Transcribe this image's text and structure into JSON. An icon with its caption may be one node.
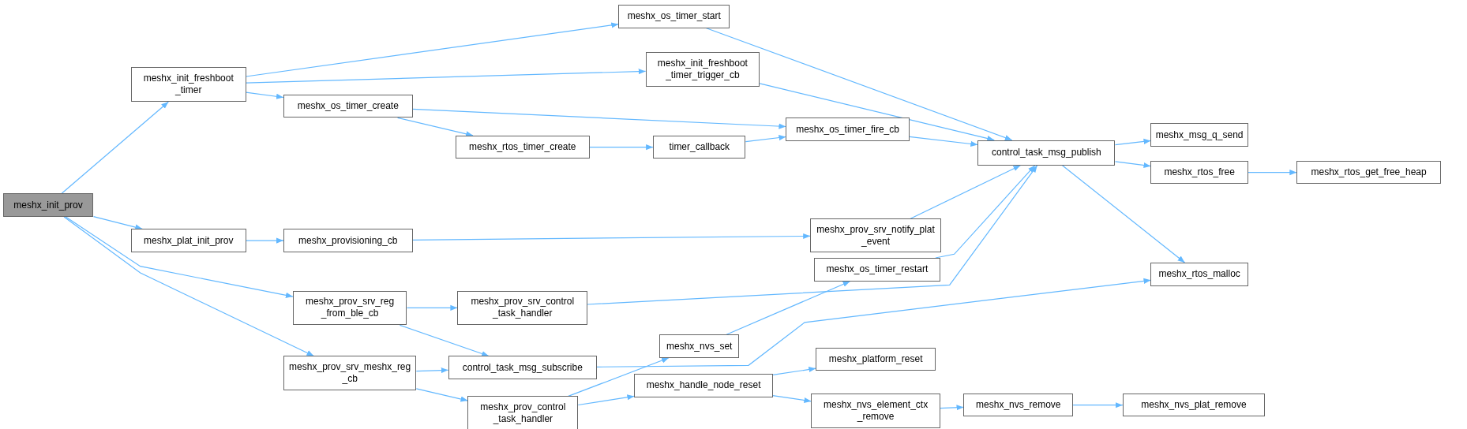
{
  "diagram": {
    "nodes": [
      {
        "text": [
          "meshx_init_prov"
        ]
      },
      {
        "text": [
          "meshx_init_freshboot_timer"
        ]
      },
      {
        "text": [
          "meshx_plat_init_prov"
        ]
      },
      {
        "text": [
          "meshx_prov_srv_reg_from_ble_cb"
        ]
      },
      {
        "text": [
          "meshx_prov_srv_meshx_reg_cb"
        ]
      },
      {
        "text": [
          "meshx_os_timer_start"
        ]
      },
      {
        "text": [
          "meshx_init_freshboot_timer_trigger_cb"
        ]
      },
      {
        "text": [
          "meshx_os_timer_create"
        ]
      },
      {
        "text": [
          "meshx_rtos_timer_create"
        ]
      },
      {
        "text": [
          "timer_callback"
        ]
      },
      {
        "text": [
          "meshx_os_timer_fire_cb"
        ]
      },
      {
        "text": [
          "meshx_provisioning_cb"
        ]
      },
      {
        "text": [
          "meshx_prov_srv_notify_plat_event"
        ]
      },
      {
        "text": [
          "meshx_prov_srv_control_task_handler"
        ]
      },
      {
        "text": [
          "control_task_msg_subscribe"
        ]
      },
      {
        "text": [
          "meshx_prov_control_task_handler"
        ]
      },
      {
        "text": [
          "meshx_nvs_set"
        ]
      },
      {
        "text": [
          "meshx_handle_node_reset"
        ]
      },
      {
        "text": [
          "meshx_os_timer_restart"
        ]
      },
      {
        "text": [
          "meshx_platform_reset"
        ]
      },
      {
        "text": [
          "meshx_nvs_element_ctx_remove"
        ]
      },
      {
        "text": [
          "meshx_nvs_remove"
        ]
      },
      {
        "text": [
          "meshx_nvs_plat_remove"
        ]
      },
      {
        "text": [
          "control_task_msg_publish"
        ]
      },
      {
        "text": [
          "meshx_msg_q_send"
        ]
      },
      {
        "text": [
          "meshx_rtos_free"
        ]
      },
      {
        "text": [
          "meshx_rtos_get_free_heap"
        ]
      },
      {
        "text": [
          "meshx_rtos_malloc"
        ]
      }
    ],
    "edges": [
      {
        "from": 0,
        "to": 1,
        "arrow": "to"
      },
      {
        "from": 0,
        "to": 2,
        "arrow": "to"
      },
      {
        "from": 0,
        "to": 3,
        "arrow": "to"
      },
      {
        "from": 0,
        "to": 4,
        "arrow": "to"
      },
      {
        "from": 1,
        "to": 5,
        "arrow": "to"
      },
      {
        "from": 1,
        "to": 6,
        "arrow": "to"
      },
      {
        "from": 1,
        "to": 7,
        "arrow": "to"
      },
      {
        "from": 7,
        "to": 10,
        "arrow": "to"
      },
      {
        "from": 7,
        "to": 8,
        "arrow": "to"
      },
      {
        "from": 8,
        "to": 9,
        "arrow": "to"
      },
      {
        "from": 9,
        "to": 10,
        "arrow": "to"
      },
      {
        "from": 2,
        "to": 11,
        "arrow": "to"
      },
      {
        "from": 11,
        "to": 12,
        "arrow": "to"
      },
      {
        "from": 3,
        "to": 13,
        "arrow": "to"
      },
      {
        "from": 3,
        "to": 14,
        "arrow": "to"
      },
      {
        "from": 4,
        "to": 14,
        "arrow": "to"
      },
      {
        "from": 4,
        "to": 15,
        "arrow": "to"
      },
      {
        "from": 15,
        "to": 16,
        "arrow": "to"
      },
      {
        "from": 15,
        "to": 17,
        "arrow": "to"
      },
      {
        "from": 16,
        "to": 18,
        "arrow": "to"
      },
      {
        "from": 17,
        "to": 19,
        "arrow": "to"
      },
      {
        "from": 17,
        "to": 20,
        "arrow": "to"
      },
      {
        "from": 20,
        "to": 21,
        "arrow": "to"
      },
      {
        "from": 21,
        "to": 22,
        "arrow": "to"
      },
      {
        "from": 5,
        "to": 23,
        "arrow": "to"
      },
      {
        "from": 6,
        "to": 23,
        "arrow": "to"
      },
      {
        "from": 10,
        "to": 23,
        "arrow": "to"
      },
      {
        "from": 12,
        "to": 23,
        "arrow": "to"
      },
      {
        "from": 13,
        "to": 23,
        "arrow": "to"
      },
      {
        "from": 18,
        "to": 23,
        "arrow": "to"
      },
      {
        "from": 23,
        "to": 24,
        "arrow": "to"
      },
      {
        "from": 23,
        "to": 25,
        "arrow": "to"
      },
      {
        "from": 23,
        "to": 27,
        "arrow": "to"
      },
      {
        "from": 25,
        "to": 26,
        "arrow": "to"
      },
      {
        "from": 14,
        "to": 27,
        "arrow": "to"
      }
    ]
  }
}
